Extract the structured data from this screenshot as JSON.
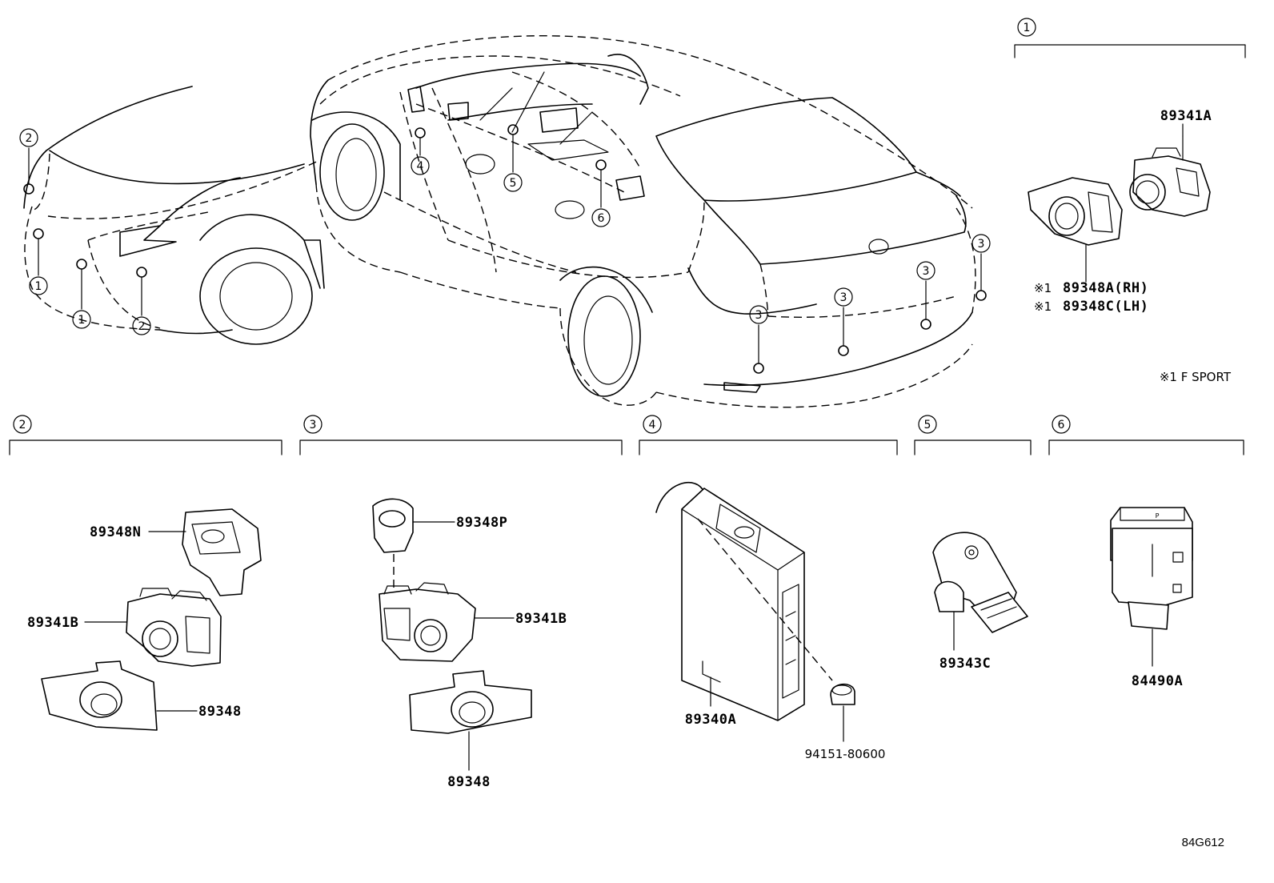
{
  "callout_marks": {
    "c1": "1",
    "c2": "2",
    "c3": "3",
    "c4": "4",
    "c5": "5",
    "c6": "6"
  },
  "parts": {
    "p_89341A": "89341A",
    "p_89348A": "89348A(RH)",
    "p_89348C": "89348C(LH)",
    "f_sport_mark": "※1",
    "f_sport_note": "※1 F SPORT",
    "p_89348N": "89348N",
    "p_89341B_2": "89341B",
    "p_89348_2": "89348",
    "p_89348P": "89348P",
    "p_89341B_3": "89341B",
    "p_89348_3": "89348",
    "p_89340A": "89340A",
    "p_94151": "94151-80600",
    "p_89343C": "89343C",
    "p_84490A": "84490A"
  },
  "diagram_id": "84G612",
  "switch_label": "P"
}
